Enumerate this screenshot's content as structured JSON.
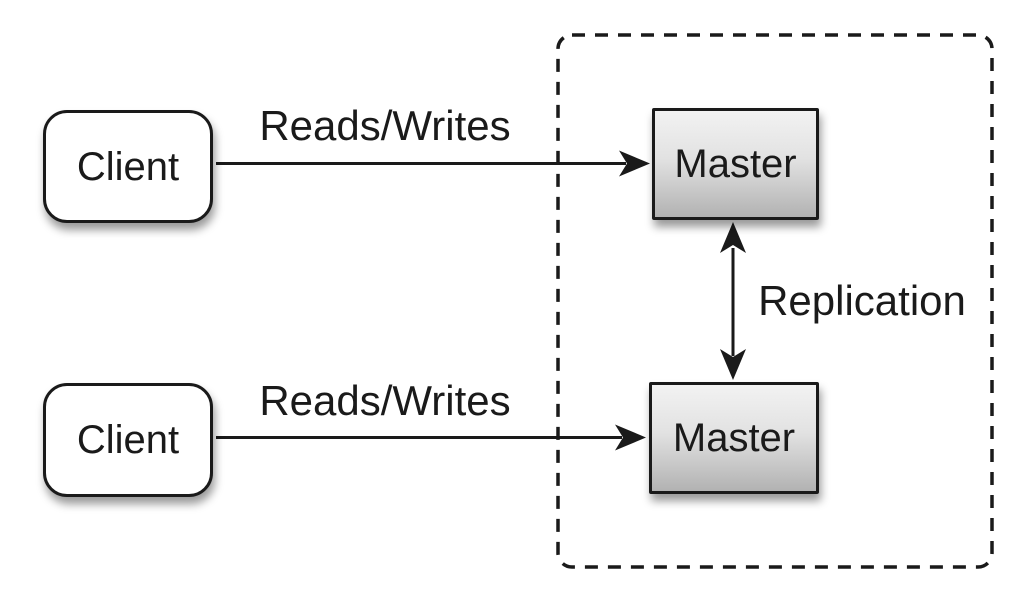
{
  "diagram": {
    "description": "Master-master replication topology diagram",
    "nodes": {
      "client_top": {
        "label": "Client",
        "shape": "rounded-rect",
        "fill": "#ffffff"
      },
      "client_bottom": {
        "label": "Client",
        "shape": "rounded-rect",
        "fill": "#ffffff"
      },
      "master_top": {
        "label": "Master",
        "shape": "rect",
        "fill_top": "#f2f2f2",
        "fill_bottom": "#b2b2b2"
      },
      "master_bottom": {
        "label": "Master",
        "shape": "rect",
        "fill_top": "#f2f2f2",
        "fill_bottom": "#b2b2b2"
      }
    },
    "edges": {
      "top_reads_writes": {
        "label": "Reads/Writes",
        "from": "client_top",
        "to": "master_top",
        "direction": "one-way"
      },
      "bottom_reads_writes": {
        "label": "Reads/Writes",
        "from": "client_bottom",
        "to": "master_bottom",
        "direction": "one-way"
      },
      "replication": {
        "label": "Replication",
        "from": "master_top",
        "to": "master_bottom",
        "direction": "two-way"
      }
    },
    "container": {
      "style": "dashed-rounded-rect",
      "encloses": [
        "master_top",
        "master_bottom"
      ]
    },
    "colors": {
      "background": "#ffffff",
      "stroke": "#1a1a1a",
      "text": "#1a1a1a"
    }
  }
}
